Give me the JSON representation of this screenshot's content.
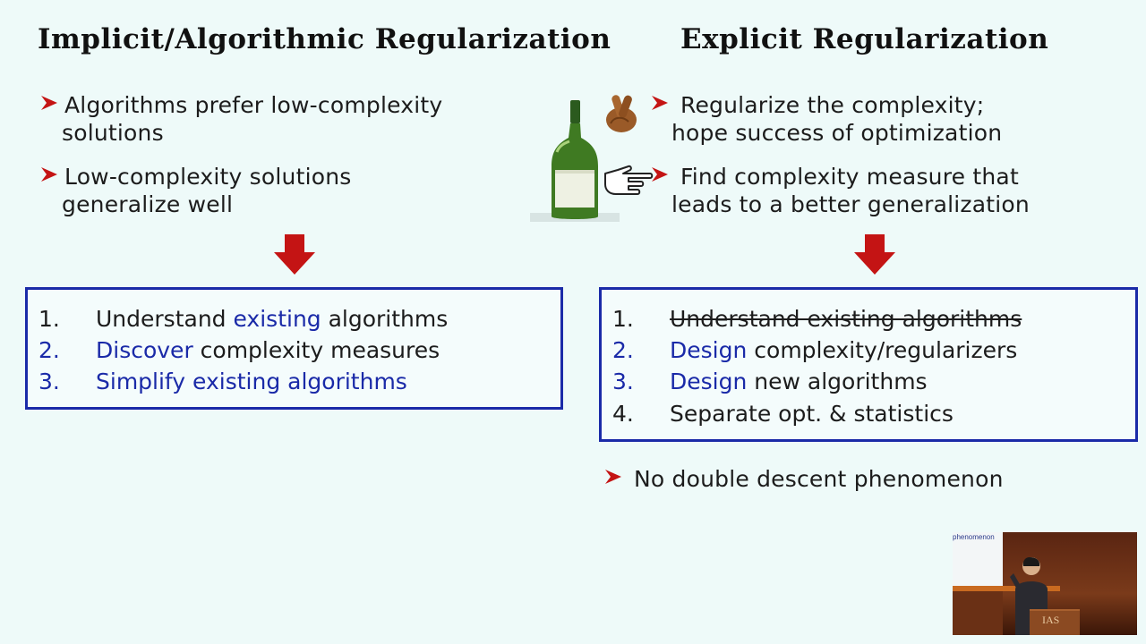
{
  "left": {
    "title": "Implicit/Algorithmic Regularization",
    "bullets": [
      {
        "line1": "Algorithms prefer low-complexity",
        "line2": "solutions"
      },
      {
        "line1": "Low-complexity solutions",
        "line2": "generalize well"
      }
    ],
    "list": [
      {
        "num": "1.",
        "pre": "Understand ",
        "hl": "existing",
        "post": " algorithms"
      },
      {
        "num": "2.",
        "pre": "",
        "hl": "Discover",
        "post": " complexity measures"
      },
      {
        "num": "3.",
        "pre": "",
        "hl": "Simplify existing algorithms",
        "post": ""
      }
    ]
  },
  "right": {
    "title": "Explicit Regularization",
    "bullets": [
      {
        "line1": "Regularize the complexity;",
        "line2": "hope success of optimization"
      },
      {
        "line1": "Find complexity measure that",
        "line2": "leads to a better generalization"
      }
    ],
    "list": [
      {
        "num": "1.",
        "pre": "Understand existing algorithms",
        "hl": "",
        "post": "",
        "struck": true
      },
      {
        "num": "2.",
        "pre": "",
        "hl": "Design",
        "post": " complexity/regularizers"
      },
      {
        "num": "3.",
        "pre": "",
        "hl": "Design",
        "post": " new algorithms"
      },
      {
        "num": "4.",
        "pre": "Separate opt. & statistics",
        "hl": "",
        "post": ""
      }
    ],
    "note": "No double descent phenomenon"
  },
  "video": {
    "slide_text": "phenomenon",
    "podium_text": "IAS"
  },
  "colors": {
    "arrow_red": "#c41414",
    "box_blue": "#1a2aa8",
    "background": "#eefaf9"
  },
  "icons": [
    "fingers-crossed-icon",
    "pointing-hand-icon",
    "wine-bottle-icon",
    "bullet-arrow-icon",
    "down-arrow-icon"
  ]
}
